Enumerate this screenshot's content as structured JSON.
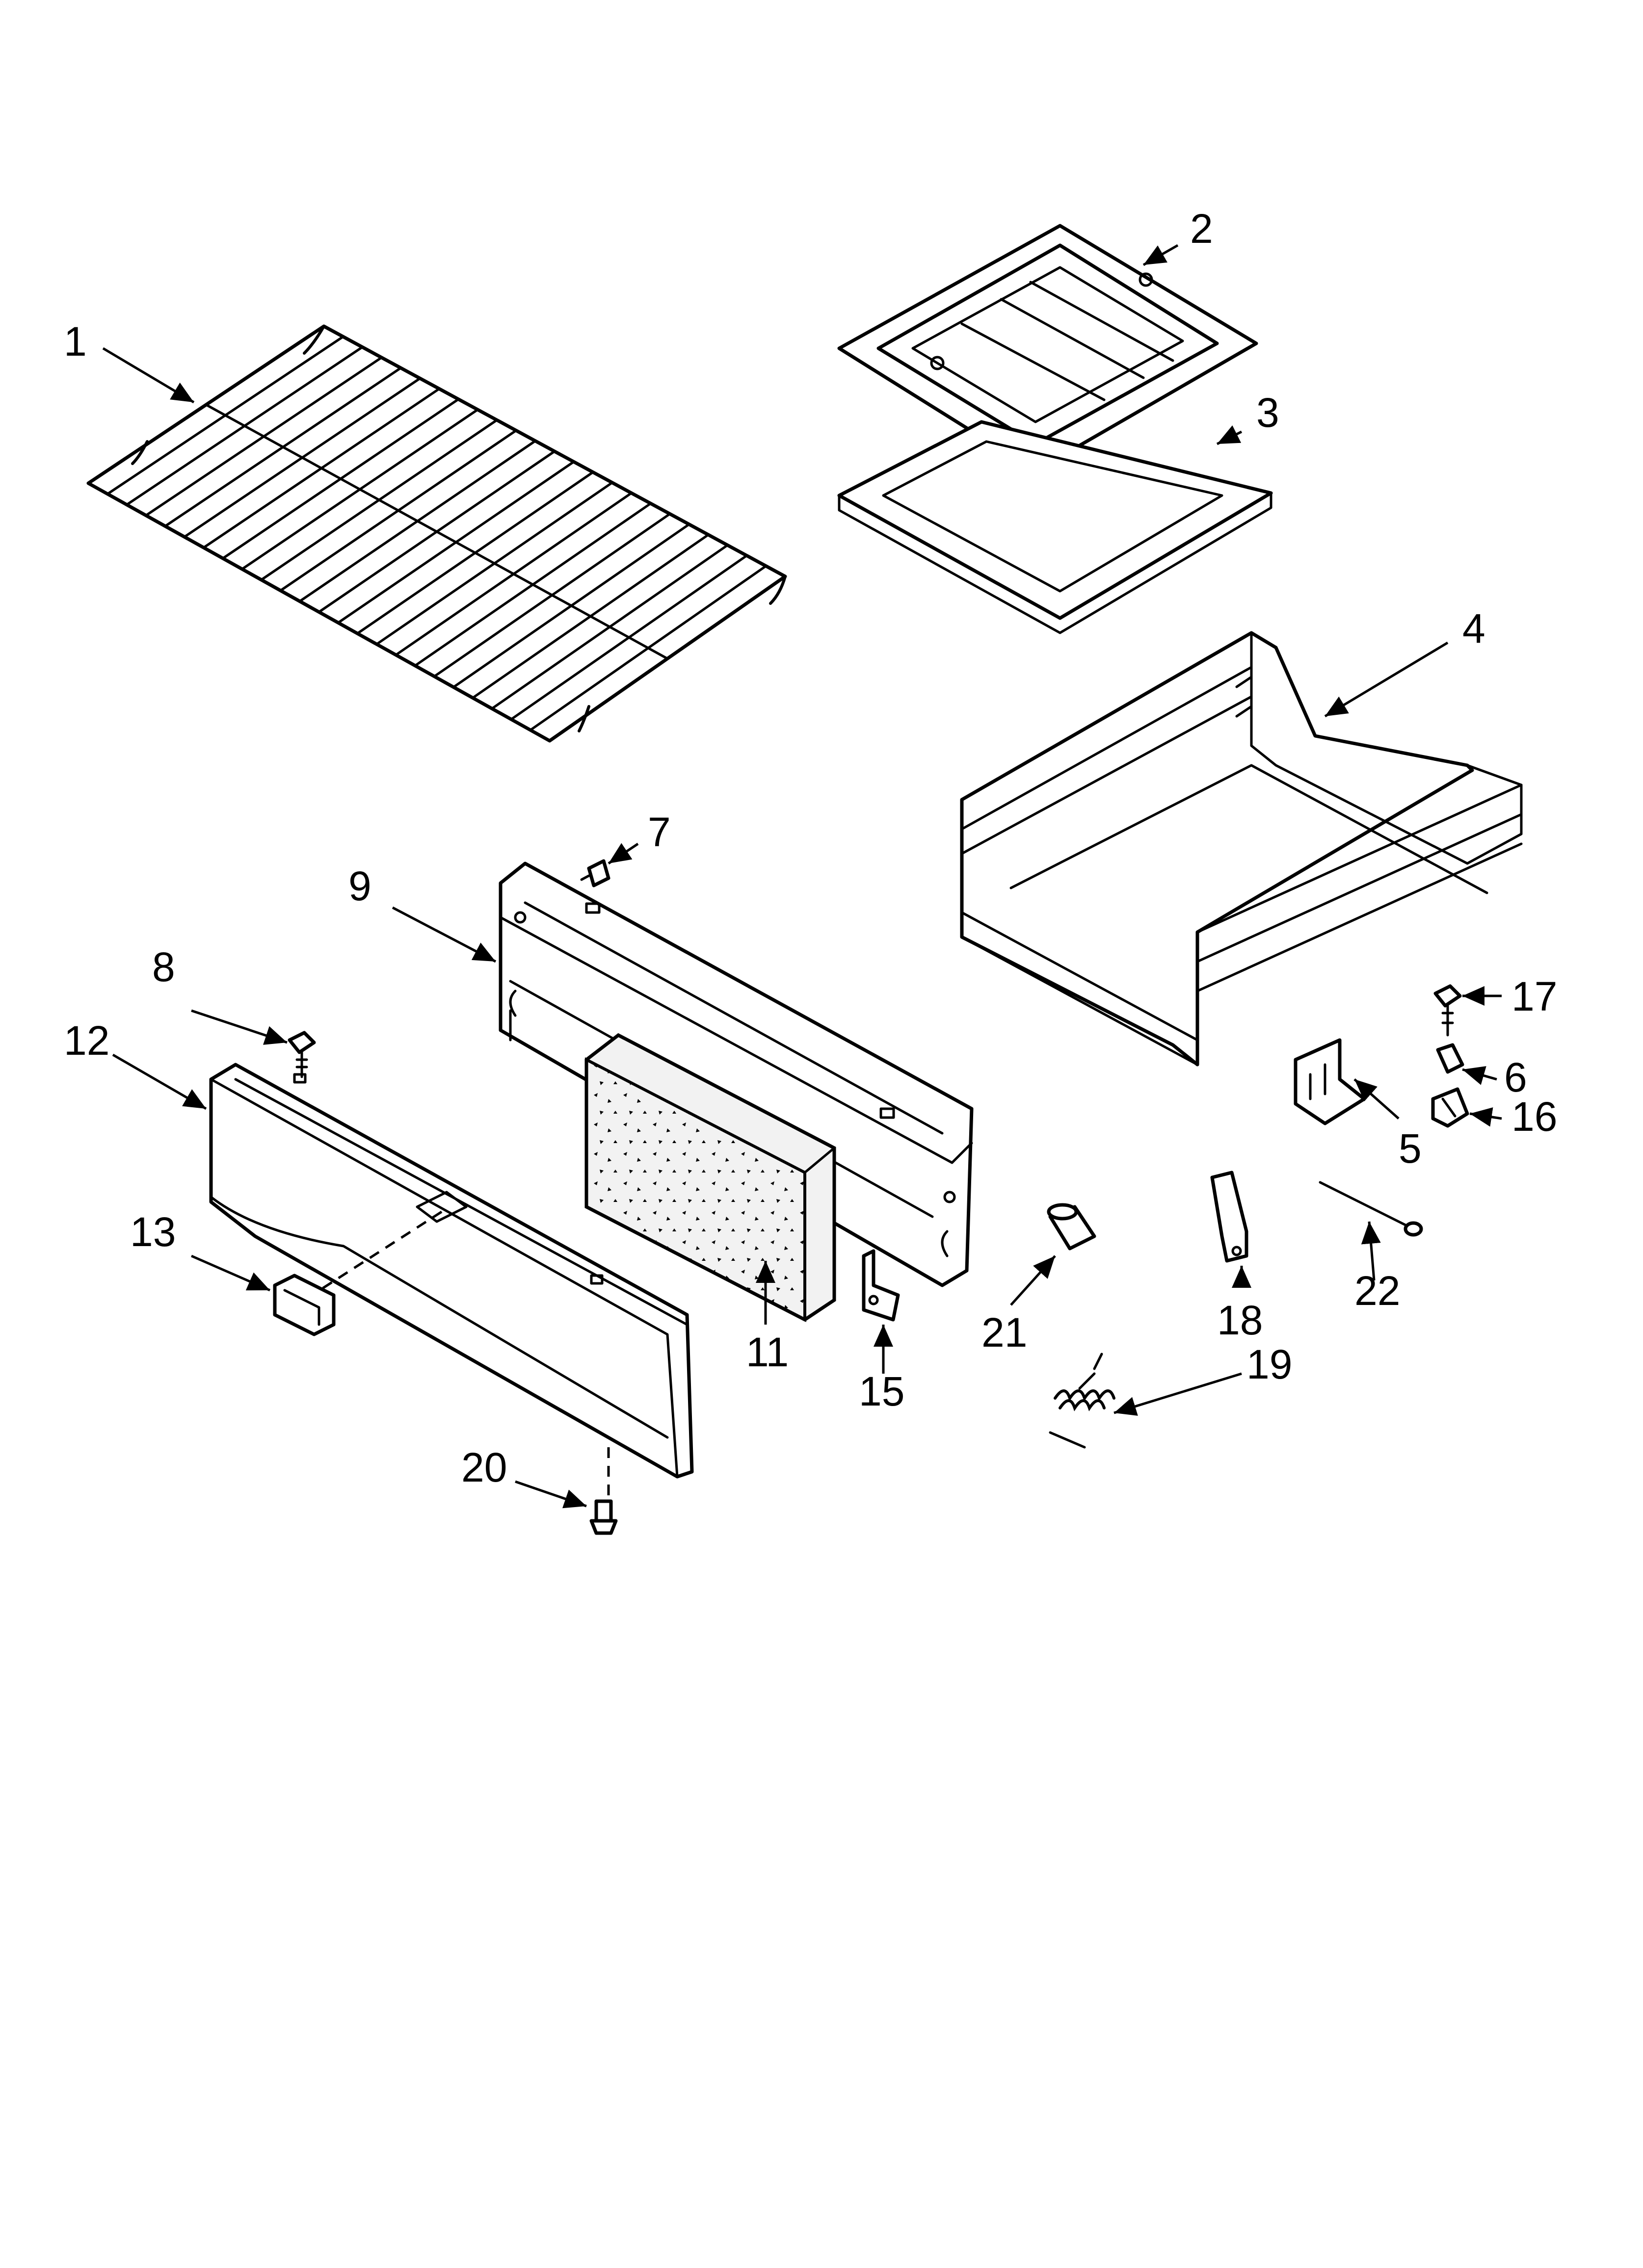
{
  "callouts": [
    {
      "id": "1",
      "label": "1"
    },
    {
      "id": "2",
      "label": "2"
    },
    {
      "id": "3",
      "label": "3"
    },
    {
      "id": "4",
      "label": "4"
    },
    {
      "id": "5",
      "label": "5"
    },
    {
      "id": "6",
      "label": "6"
    },
    {
      "id": "7",
      "label": "7"
    },
    {
      "id": "8",
      "label": "8"
    },
    {
      "id": "9",
      "label": "9"
    },
    {
      "id": "11",
      "label": "11"
    },
    {
      "id": "12",
      "label": "12"
    },
    {
      "id": "13",
      "label": "13"
    },
    {
      "id": "15",
      "label": "15"
    },
    {
      "id": "16",
      "label": "16"
    },
    {
      "id": "17",
      "label": "17"
    },
    {
      "id": "18",
      "label": "18"
    },
    {
      "id": "19",
      "label": "19"
    },
    {
      "id": "20",
      "label": "20"
    },
    {
      "id": "21",
      "label": "21"
    },
    {
      "id": "22",
      "label": "22"
    }
  ]
}
